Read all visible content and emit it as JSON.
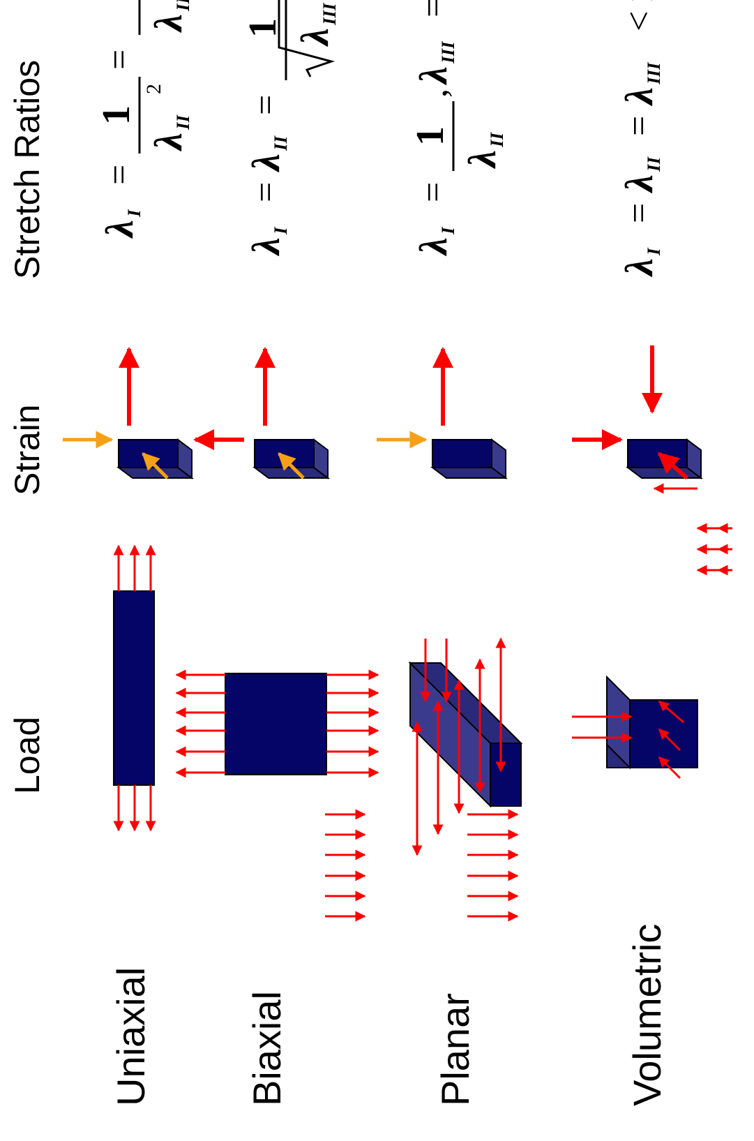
{
  "headers": {
    "load": "Load",
    "strain": "Strain",
    "stretch": "Stretch Ratios"
  },
  "rows": [
    {
      "label": "Uniaxial"
    },
    {
      "label": "Biaxial"
    },
    {
      "label": "Planar"
    },
    {
      "label": "Volumetric"
    }
  ],
  "equations": {
    "lambda": "λ",
    "sub_I": "I",
    "sub_II": "II",
    "sub_III": "III",
    "eq": "=",
    "one": "1",
    "two": "2",
    "comma": ",",
    "lt": "<"
  },
  "colors": {
    "body_dark": "#050567",
    "body_side": "#3b3b8e",
    "tension_arrow": "#ff0000",
    "lateral_arrow": "#f5a016"
  }
}
